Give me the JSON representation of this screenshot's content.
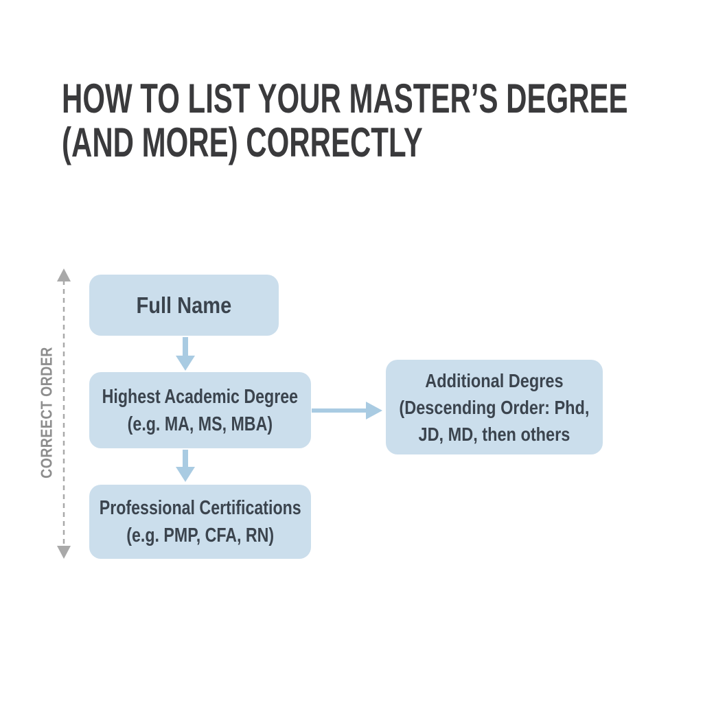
{
  "title": {
    "line1": "HOW TO LIST YOUR MASTER’S DEGREE",
    "line2": "(AND MORE) CORRECTLY"
  },
  "order_axis": {
    "label": "CORREECT ORDER"
  },
  "flow": {
    "step1": {
      "title": "Full Name"
    },
    "step2": {
      "title": "Highest Academic Degree",
      "subtitle": "(e.g. MA, MS, MBA)"
    },
    "step3": {
      "title": "Professional Certifications",
      "subtitle": "(e.g. PMP, CFA, RN)"
    },
    "side_branch": {
      "line1": "Additional Degres",
      "line2": "(Descending Order: Phd,",
      "line3": "JD, MD, then others"
    }
  },
  "colors": {
    "background": "#ffffff",
    "title_color": "#3a3a3c",
    "box_fill": "#cbdeec",
    "box_text": "#3b444e",
    "arrow_blue": "#a9cbe2",
    "axis_gray": "#a9a9a9",
    "label_gray": "#8d8d8d"
  }
}
